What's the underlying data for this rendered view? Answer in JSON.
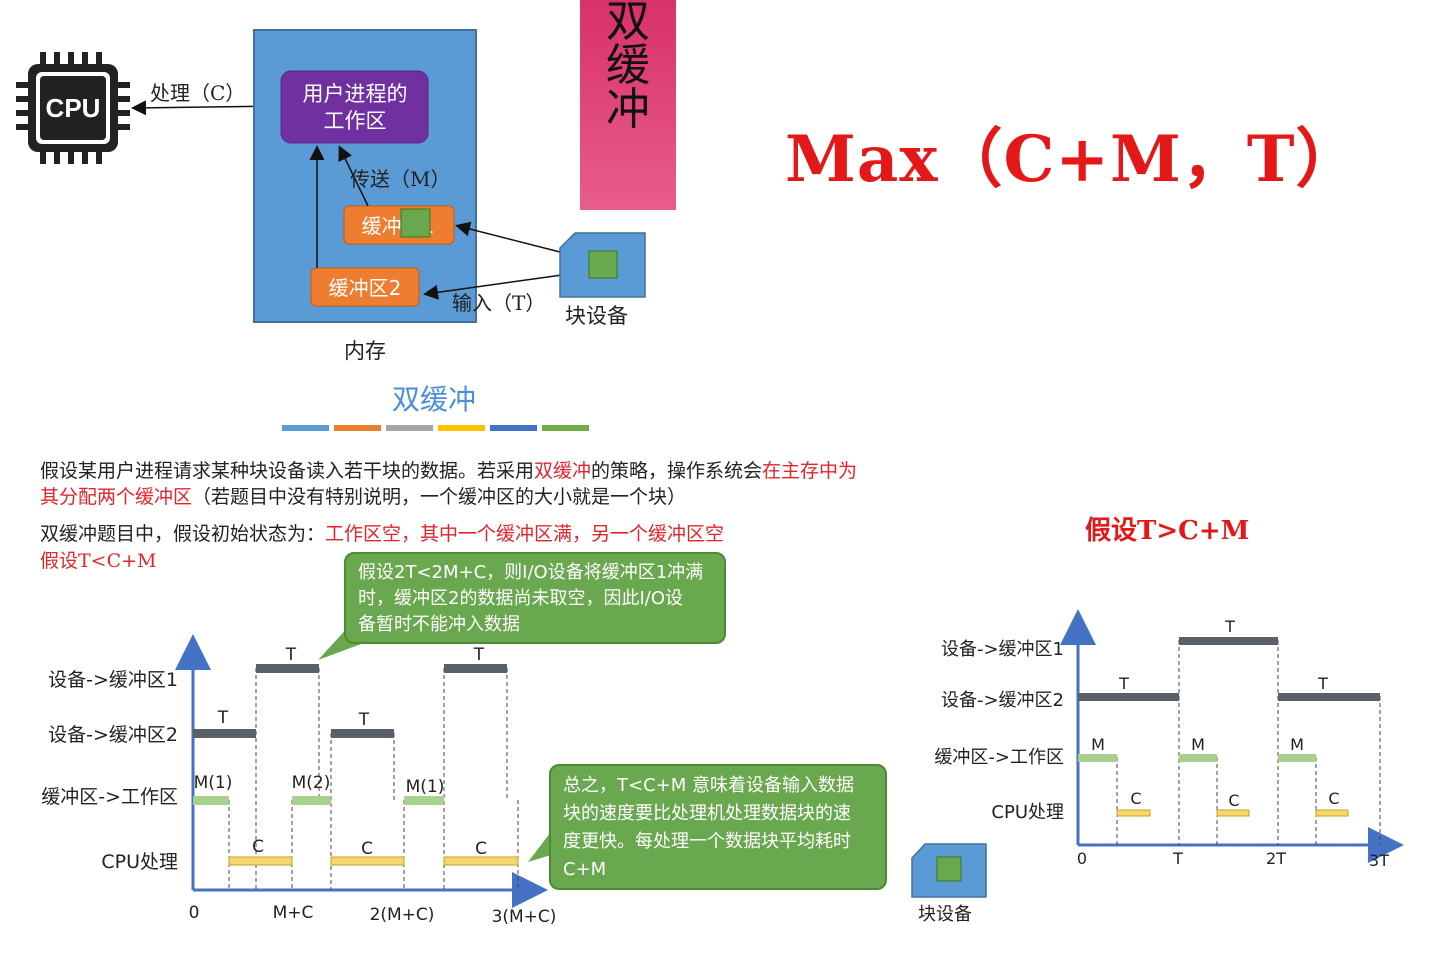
{
  "top_diagram": {
    "cpu_label": "CPU",
    "process_label": "处理（C）",
    "work_area_label": [
      "用户进程的",
      "工作区"
    ],
    "transfer_label": "传送（M）",
    "buffer1_label": "缓冲区1",
    "buffer2_label": "缓冲区2",
    "input_label": "输入（T）",
    "block_device_label": "块设备",
    "memory_label": "内存"
  },
  "slogan": [
    "双",
    "缓",
    "冲"
  ],
  "formula": "Max（C+M，T）",
  "section_title": "双缓冲",
  "divider_colors": [
    "#5b9bd5",
    "#ed7d31",
    "#a5a5a5",
    "#ffc000",
    "#4472c4",
    "#70ad47"
  ],
  "paragraphs": {
    "p1_a": "假设某用户进程请求某种块设备读入若干块的数据。若采用",
    "p1_b": "双缓冲",
    "p1_c": "的策略，操作系统会",
    "p1_d": "在主存中为",
    "p2_a": "其分配两个缓冲区",
    "p2_b": "（若题目中没有特别说明，一个缓冲区的大小就是一个块）",
    "p3_a": "双缓冲题目中，假设初始状态为：",
    "p3_b": "工作区空，其中一个缓冲区满，另一个缓冲区空",
    "p4": "假设T<C+M"
  },
  "bubble1": [
    "假设2T<2M+C，则I/O设备将缓冲区1冲满",
    "时，缓冲区2的数据尚未取空，因此I/O设",
    "备暂时不能冲入数据"
  ],
  "bubble2": [
    "总之，T<C+M 意味着设备输入数据",
    "块的速度要比处理机处理数据块的速",
    "度更快。每处理一个数据块平均耗时",
    "C+M"
  ],
  "assume_right": "假设T>C+M",
  "small_device_label": "块设备",
  "colors": {
    "io_bar": "#5a6068",
    "transfer_bar": "#a9d18e",
    "cpu_bar": "#f5d76e",
    "memory_box": "#5b9bd5",
    "work_area": "#7030a0",
    "buffer": "#ed7d31",
    "accent_red": "#e41818",
    "green_bubble": "#6aa84f"
  },
  "chart_left": {
    "rows": [
      "设备->缓冲区1",
      "设备->缓冲区2",
      "缓冲区->工作区",
      "CPU处理"
    ],
    "x_ticks": [
      "0",
      "M+C",
      "2(M+C)",
      "3(M+C)"
    ],
    "bar_labels": {
      "buf1": [
        "T",
        "T"
      ],
      "buf2": [
        "T",
        "T"
      ],
      "transfer": [
        "M(1)",
        "M(2)",
        "M(1)"
      ],
      "cpu": [
        "C",
        "C",
        "C"
      ]
    }
  },
  "chart_right": {
    "rows": [
      "设备->缓冲区1",
      "设备->缓冲区2",
      "缓冲区->工作区",
      "CPU处理"
    ],
    "x_ticks": [
      "0",
      "T",
      "2T",
      "3T"
    ],
    "bar_labels": {
      "buf1": [
        "T"
      ],
      "buf2": [
        "T",
        "T"
      ],
      "transfer": [
        "M",
        "M",
        "M"
      ],
      "cpu": [
        "C",
        "C",
        "C"
      ]
    }
  }
}
